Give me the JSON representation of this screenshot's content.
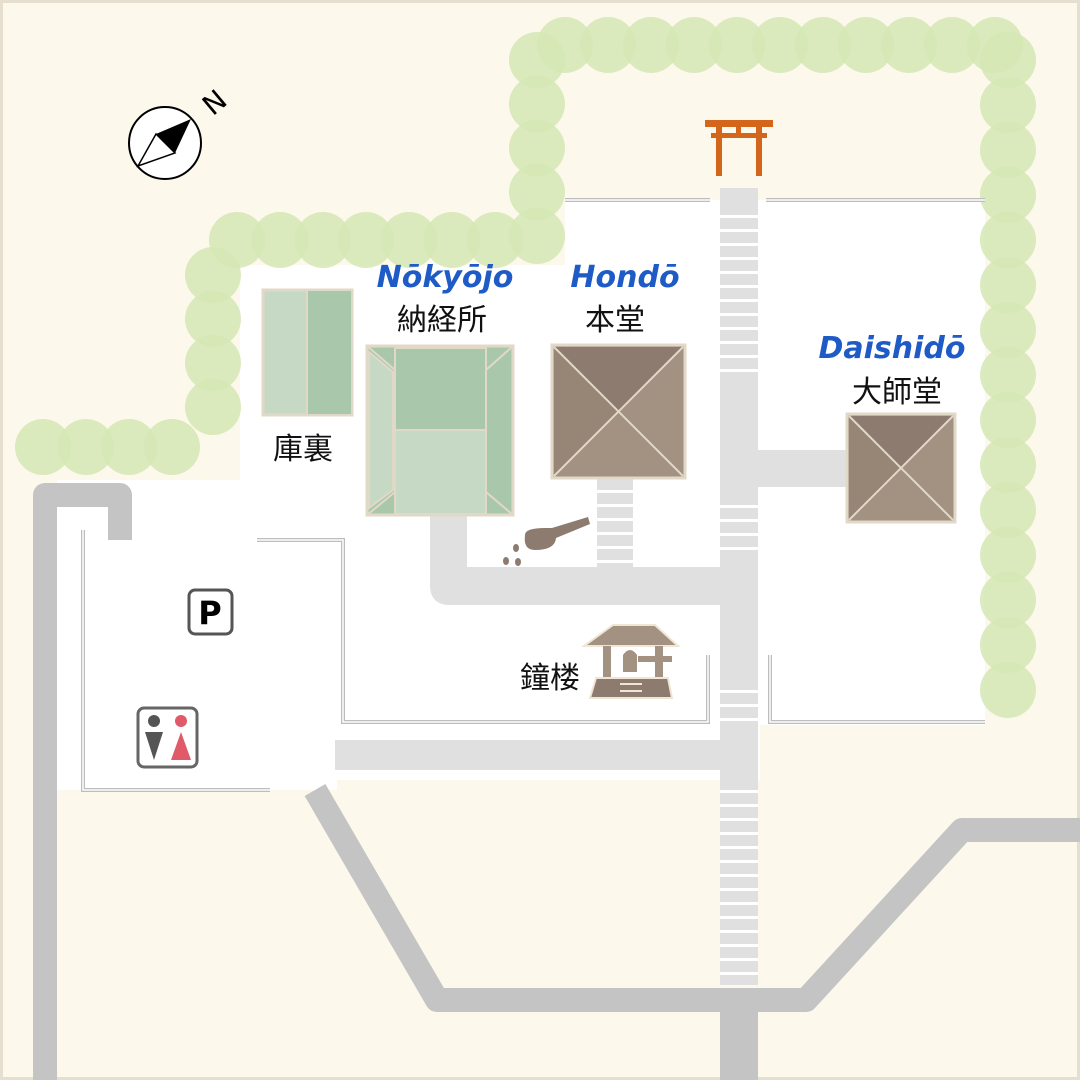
{
  "colors": {
    "background": "#fdf8ec",
    "grounds": "#ffffff",
    "road": "#c4c4c4",
    "path": "#e0e0e0",
    "tree": "#d3e8b4",
    "torii": "#d4661c",
    "building_brown": "#8d7b6f",
    "building_green": "#a9c8ab",
    "label_en": "#1e5bc6"
  },
  "compass": {
    "label": "N"
  },
  "labels": {
    "nokyojo_en": "Nōkyōjo",
    "nokyojo_jp": "納経所",
    "hondo_en": "Hondō",
    "hondo_jp": "本堂",
    "daishido_en": "Daishidō",
    "daishido_jp": "大師堂",
    "kuri_jp": "庫裏",
    "shoro_jp": "鐘楼"
  },
  "icons": {
    "parking": "P",
    "torii": "torii-icon",
    "ladle": "ladle-icon",
    "restroom": "restroom-icon",
    "bell_tower": "bell-tower-icon"
  }
}
